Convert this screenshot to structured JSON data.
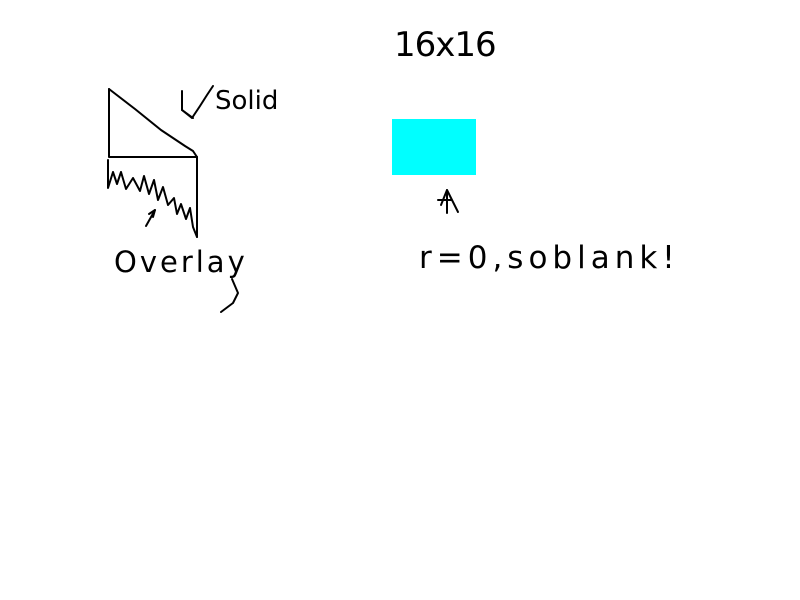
{
  "sketch": {
    "title": "16x16",
    "labels": {
      "solid": "Solid",
      "overlay": "Overlay",
      "note": "r=0,soblank!"
    },
    "colors": {
      "background": "#ffffff",
      "ink": "#000000",
      "swatch": "#00ffff"
    }
  }
}
